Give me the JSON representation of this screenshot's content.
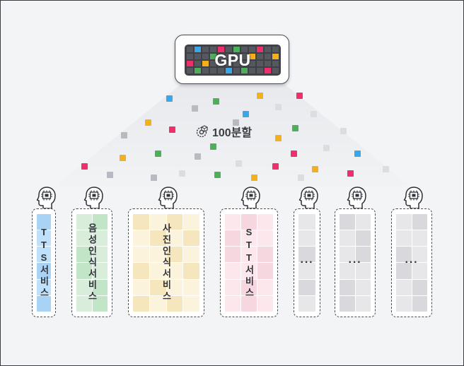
{
  "gpu": {
    "label": "GPU"
  },
  "split": {
    "label": "100분할",
    "icon": "gear-cube-icon"
  },
  "colors": {
    "blue": "#3aa7e8",
    "green": "#4caf5a",
    "yellow": "#f2b01e",
    "pink": "#ee2f6b",
    "gray": "#b8bac1",
    "chip": "#3f4147"
  },
  "services": [
    {
      "id": "tts",
      "label": "TTS서비스",
      "palette": [
        "#bfe0fa",
        "#a9d3f5"
      ]
    },
    {
      "id": "stt-voice",
      "label": "음성인식서비스",
      "palette": [
        "#d8eedb",
        "#c2e4c7"
      ]
    },
    {
      "id": "photo",
      "label": "사진인식서비스",
      "palette": [
        "#fbf3dc",
        "#f6e6bd"
      ]
    },
    {
      "id": "stt",
      "label": "STT서비스",
      "palette": [
        "#fbe7ec",
        "#f6d6df"
      ]
    },
    {
      "id": "more-1",
      "label": "···",
      "palette": [
        "#e7e7ea",
        "#d9d9dd"
      ]
    },
    {
      "id": "more-2",
      "label": "···",
      "palette": [
        "#e7e7ea",
        "#d9d9dd"
      ]
    },
    {
      "id": "more-3",
      "label": "···",
      "palette": [
        "#e7e7ea",
        "#d9d9dd"
      ]
    }
  ]
}
